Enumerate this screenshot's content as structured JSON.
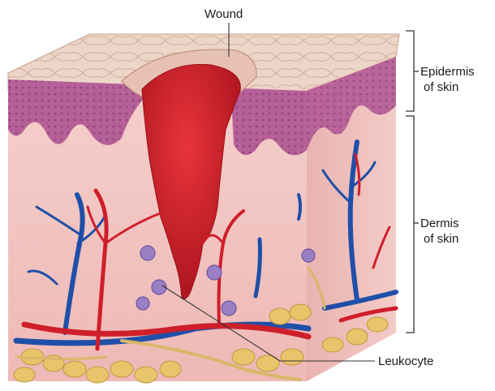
{
  "labels": {
    "wound": "Wound",
    "epidermis": [
      "Epidermis",
      "of skin"
    ],
    "dermis": [
      "Dermis",
      "of skin"
    ],
    "leukocyte": "Leukocyte"
  },
  "colors": {
    "epidermis_surface": "#e9cfc0",
    "epidermis_purple": "#a9548f",
    "dermis": "#f0c2c0",
    "wound_blood": "#d4202a",
    "artery": "#cf1f2a",
    "vein": "#1f4fa8",
    "fat": "#e8c46a",
    "nerve": "#d9b76a",
    "leukocyte": "#9a7fc4"
  }
}
